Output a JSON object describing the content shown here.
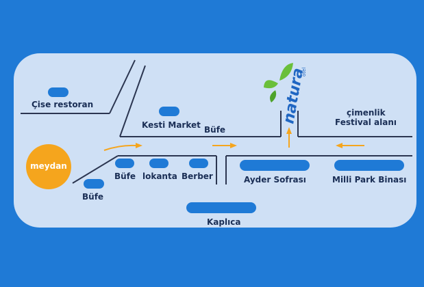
{
  "colors": {
    "background": "#1f7ad6",
    "map_panel": "#cfe0f5",
    "street": "#2b3550",
    "building": "#1f7ad6",
    "meydan": "#f5a51d",
    "arrow": "#f5a51d",
    "text": "#1a2e55",
    "logo_green": "#6abf3a",
    "logo_blue": "#1f66c2"
  },
  "places": {
    "cise_restoran": "Çise restoran",
    "kesti_market": "Kesti Market",
    "bufe_top": "Büfe",
    "cimenlik": "çimenlik",
    "festival_alani": "Festival alanı",
    "meydan": "meydan",
    "bufe_row": "Büfe",
    "lokanta": "lokanta",
    "berber": "Berber",
    "bufe_lower": "Büfe",
    "ayder_sofrasi": "Ayder Sofrası",
    "milli_park": "Milli Park Binası",
    "kaplica": "Kaplıca"
  },
  "logo": {
    "brand": "natura",
    "sub": "otel",
    "icon": "leaf-icon"
  }
}
